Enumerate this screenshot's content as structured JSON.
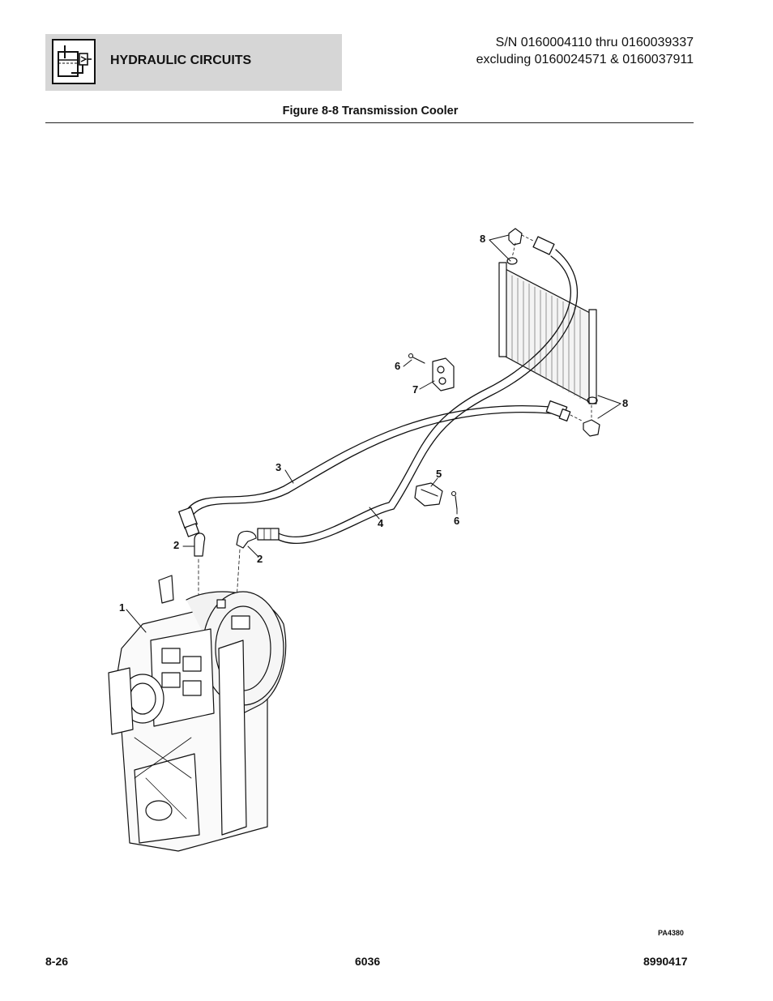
{
  "header": {
    "section_title": "HYDRAULIC CIRCUITS",
    "icon": "hydraulic-reservoir-icon",
    "serial_line1": "S/N 0160004110 thru 0160039337",
    "serial_line2": "excluding 0160024571 & 0160037911"
  },
  "figure": {
    "title": "Figure 8-8 Transmission Cooler",
    "code": "PA4380"
  },
  "callouts": {
    "c1": "1",
    "c2a": "2",
    "c2b": "2",
    "c3": "3",
    "c4": "4",
    "c5": "5",
    "c6a": "6",
    "c6b": "6",
    "c7": "7",
    "c8a": "8",
    "c8b": "8"
  },
  "footer": {
    "page": "8-26",
    "center": "6036",
    "doc_number": "8990417"
  }
}
